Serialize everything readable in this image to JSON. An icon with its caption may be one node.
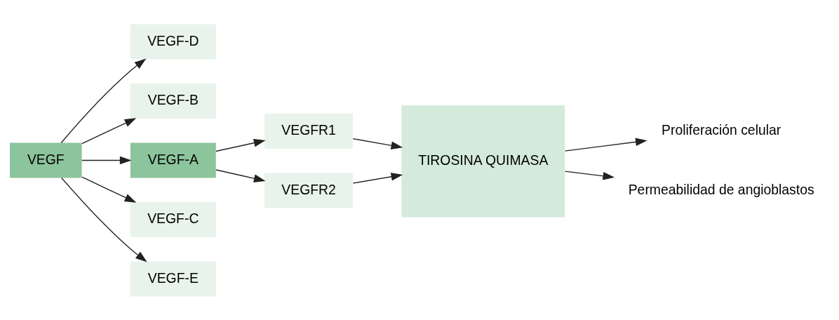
{
  "diagram": {
    "nodes": [
      {
        "text": [
          "VEGF-D"
        ]
      },
      {
        "text": [
          "VEGF-B"
        ]
      },
      {
        "text": [
          "VEGFR1"
        ]
      },
      {
        "text": [
          "Proliferación celular"
        ]
      },
      {
        "text": [
          "VEGF"
        ]
      },
      {
        "text": [
          "VEGF-A"
        ]
      },
      {
        "text": [
          "TIROSINA QUIMASA"
        ]
      },
      {
        "text": [
          "VEGFR2"
        ]
      },
      {
        "text": [
          "Permeabilidad de angioblastos"
        ]
      },
      {
        "text": [
          "VEGF-C"
        ]
      },
      {
        "text": [
          "VEGF-E"
        ]
      }
    ],
    "edges": [
      {
        "from": 4,
        "to": 0,
        "arrow": "to"
      },
      {
        "from": 4,
        "to": 1,
        "arrow": "to"
      },
      {
        "from": 4,
        "to": 5,
        "arrow": "to"
      },
      {
        "from": 4,
        "to": 9,
        "arrow": "to"
      },
      {
        "from": 4,
        "to": 10,
        "arrow": "to"
      },
      {
        "from": 5,
        "to": 2,
        "arrow": "to"
      },
      {
        "from": 5,
        "to": 7,
        "arrow": "to"
      },
      {
        "from": 2,
        "to": 6,
        "arrow": "to"
      },
      {
        "from": 7,
        "to": 6,
        "arrow": "to"
      },
      {
        "from": 6,
        "to": 3,
        "arrow": "to"
      },
      {
        "from": 6,
        "to": 8,
        "arrow": "to"
      }
    ]
  }
}
